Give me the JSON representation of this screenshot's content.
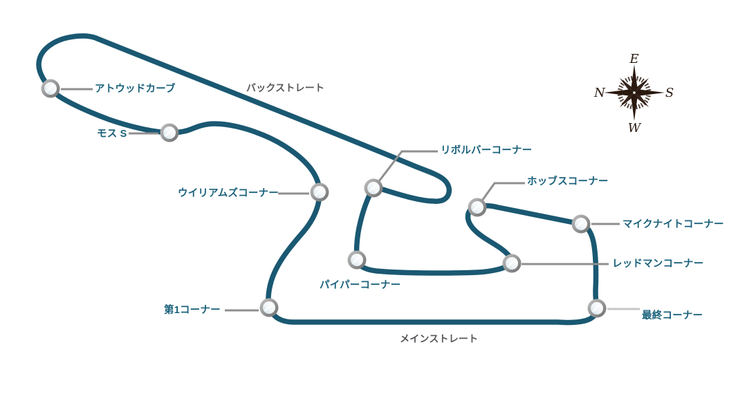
{
  "title": "circuit-course-map",
  "colors": {
    "background": "#ffffff",
    "track": "#1a5872",
    "corner_label": "#1a617b",
    "straight_label": "#57565a",
    "connector": "#8f8f8f",
    "connector_light": "#c6c6c6",
    "marker_ring": "#8c8c8c",
    "marker_fill": "#eef3f6",
    "compass": "#2b190f"
  },
  "corners": [
    {
      "id": "atwood",
      "label": "アトウッドカーブ"
    },
    {
      "id": "moss-s",
      "label": "モス S"
    },
    {
      "id": "williams",
      "label": "ウイリアムズコーナー"
    },
    {
      "id": "revolver",
      "label": "リボルバーコーナー"
    },
    {
      "id": "hobbs",
      "label": "ホッブスコーナー"
    },
    {
      "id": "mike-knight",
      "label": "マイクナイトコーナー"
    },
    {
      "id": "redman",
      "label": "レッドマンコーナー"
    },
    {
      "id": "piper",
      "label": "パイパーコーナー"
    },
    {
      "id": "first",
      "label": "第1コーナー"
    },
    {
      "id": "last",
      "label": "最終コーナー"
    }
  ],
  "straights": [
    {
      "id": "back-straight",
      "label": "バックストレート"
    },
    {
      "id": "main-straight",
      "label": "メインストレート"
    }
  ],
  "compass": {
    "top": "E",
    "right": "S",
    "bottom": "W",
    "left": "N"
  }
}
